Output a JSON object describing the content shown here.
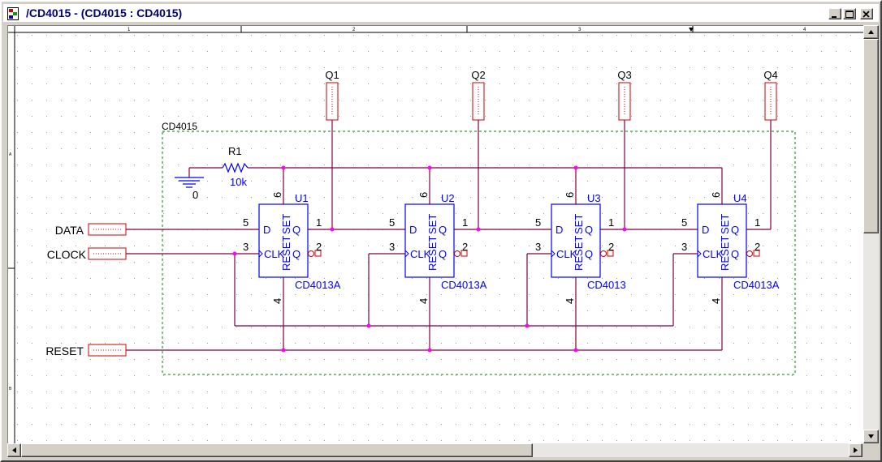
{
  "window": {
    "title": "/CD4015 - (CD4015 : CD4015)",
    "icon": "schematic-document-icon",
    "buttons": [
      "minimize-icon",
      "maximize-icon",
      "close-icon"
    ]
  },
  "ruler": {
    "top_marks": [
      "1",
      "2",
      "3",
      "4"
    ],
    "left_marks": [
      "A",
      "B"
    ]
  },
  "schematic": {
    "block_label": "CD4015",
    "resistor": {
      "ref": "R1",
      "value": "10k"
    },
    "ground_label": "0",
    "inputs": [
      {
        "label": "DATA"
      },
      {
        "label": "CLOCK"
      },
      {
        "label": "RESET"
      }
    ],
    "outputs": [
      "Q1",
      "Q2",
      "Q3",
      "Q4"
    ],
    "flipflops": [
      {
        "ref": "U1",
        "part": "CD4013A"
      },
      {
        "ref": "U2",
        "part": "CD4013A"
      },
      {
        "ref": "U3",
        "part": "CD4013"
      },
      {
        "ref": "U4",
        "part": "CD4013A"
      }
    ],
    "pins": {
      "d": "5",
      "clk": "3",
      "q": "1",
      "qbar": "2",
      "set": "6",
      "reset": "4"
    },
    "ff_labels": {
      "d": "D",
      "q": "Q",
      "clk": "CLK",
      "qbar": "Q",
      "set": "SET",
      "reset": "RESET"
    }
  },
  "colors": {
    "wire": "#800040",
    "junction": "#ff00ff",
    "component": "#0000ff",
    "port": "#cc0000",
    "grid": "#a0a0a0",
    "block_border": "#008000",
    "title": "#000080"
  }
}
